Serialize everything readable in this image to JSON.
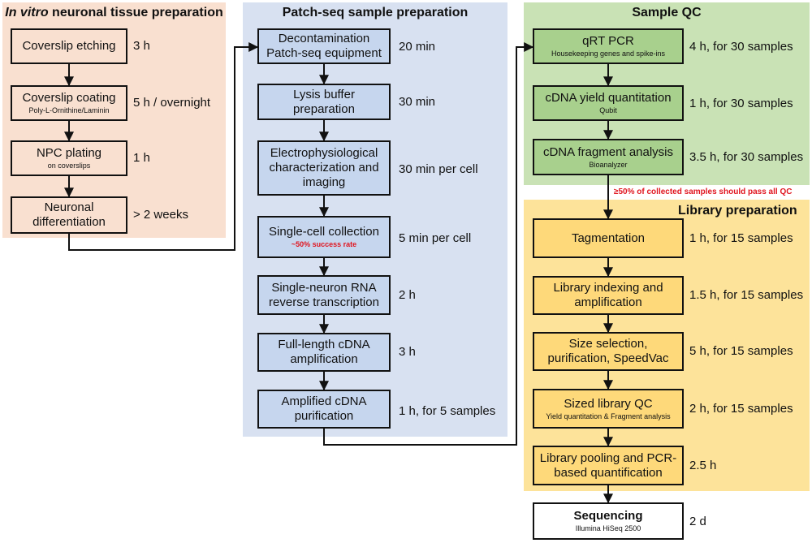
{
  "colors": {
    "tissue_bg": "#f9e0d0",
    "patchseq_bg": "#d8e1f1",
    "qc_bg": "#c9e2b5",
    "library_bg": "#fde39a",
    "node_fill_tissue": "#f9e0d0",
    "node_fill_patchseq": "#c6d6ee",
    "node_fill_qc": "#a8d08d",
    "node_fill_library": "#fed97a",
    "node_fill_sequencing": "#ffffff",
    "highlight_red": "#e0141e"
  },
  "panels": {
    "tissue": {
      "title_italic": "In vitro",
      "title_rest": " neuronal tissue preparation"
    },
    "patchseq": {
      "title": "Patch-seq sample preparation"
    },
    "qc": {
      "title": "Sample QC"
    },
    "library": {
      "title": "Library preparation"
    }
  },
  "steps": {
    "etching": {
      "label": "Coverslip etching",
      "duration": "3 h"
    },
    "coating": {
      "label": "Coverslip coating",
      "sub": "Poly-L-Ornithine/Laminin",
      "duration": "5 h / overnight"
    },
    "npc": {
      "label": "NPC plating",
      "sub": "on coverslips",
      "duration": "1 h"
    },
    "diff": {
      "label": "Neuronal differentiation",
      "duration": "> 2 weeks"
    },
    "decon": {
      "label": "Decontamination Patch-seq equipment",
      "duration": "20 min"
    },
    "lysis": {
      "label": "Lysis buffer preparation",
      "duration": "30 min"
    },
    "ephys": {
      "label": "Electrophysiological characterization and imaging",
      "duration": "30 min per cell"
    },
    "collection": {
      "label": "Single-cell collection",
      "sub": "~50% success rate",
      "duration": "5 min per cell"
    },
    "rt": {
      "label": "Single-neuron RNA reverse transcription",
      "duration": "2 h"
    },
    "amp": {
      "label": "Full-length cDNA amplification",
      "duration": "3 h"
    },
    "purif": {
      "label": "Amplified cDNA purification",
      "duration": "1 h, for 5 samples"
    },
    "qrt": {
      "label": "qRT PCR",
      "sub": "Housekeeping genes and spike-ins",
      "duration": "4 h, for 30 samples"
    },
    "yield": {
      "label": "cDNA yield quantitation",
      "sub": "Qubit",
      "duration": "1 h, for 30 samples"
    },
    "frag": {
      "label": "cDNA fragment analysis",
      "sub": "Bioanalyzer",
      "duration": "3.5 h, for 30 samples"
    },
    "tag": {
      "label": "Tagmentation",
      "duration": "1 h, for 15 samples"
    },
    "index": {
      "label": "Library indexing and amplification",
      "duration": "1.5 h, for 15 samples"
    },
    "size": {
      "label": "Size selection, purification, SpeedVac",
      "duration": "5 h, for 15 samples"
    },
    "libqc": {
      "label": "Sized library QC",
      "sub": "Yield quantitation & Fragment analysis",
      "duration": "2 h, for 15 samples"
    },
    "pool": {
      "label": "Library pooling and PCR-based quantification",
      "duration": "2.5 h"
    },
    "seq": {
      "label": "Sequencing",
      "sub": "Illumina HiSeq 2500",
      "duration": "2 d"
    }
  },
  "qc_note": "≥50% of collected samples should pass all QC"
}
